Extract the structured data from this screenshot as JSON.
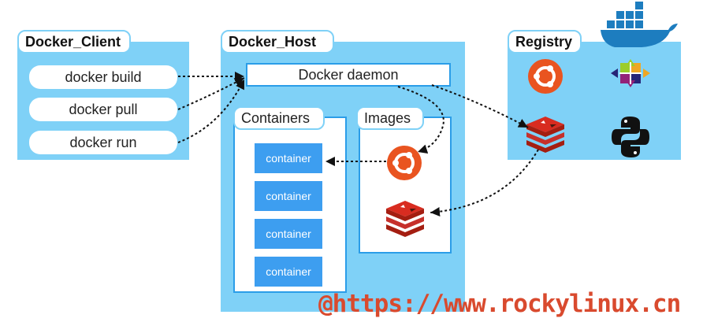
{
  "client": {
    "title": "Docker_Client",
    "commands": [
      "docker build",
      "docker pull",
      "docker run"
    ]
  },
  "host": {
    "title": "Docker_Host",
    "daemon": "Docker daemon",
    "containers_title": "Containers",
    "container_label": "container",
    "images_title": "Images"
  },
  "registry": {
    "title": "Registry",
    "icons": [
      "ubuntu-icon",
      "centos-icon",
      "redis-icon",
      "python-icon"
    ]
  },
  "watermark": "@https://www.rockylinux.cn",
  "colors": {
    "panel": "#7fd1f7",
    "border": "#2b9de8",
    "container": "#3d9ef0",
    "ubuntu": "#e95420",
    "redis": "#d82c20",
    "python": "#111111",
    "watermark": "#d94a2e"
  }
}
